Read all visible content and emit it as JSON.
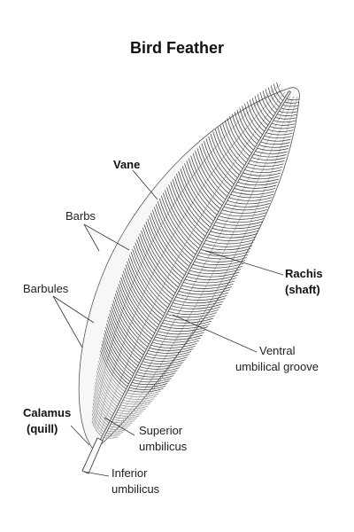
{
  "title": "Bird Feather",
  "labels": {
    "vane": "Vane",
    "barbs": "Barbs",
    "barbules": "Barbules",
    "rachis_line1": "Rachis",
    "rachis_line2": "(shaft)",
    "ventral_line1": "Ventral",
    "ventral_line2": "umbilical groove",
    "calamus_line1": "Calamus",
    "calamus_line2": "(quill)",
    "superior_line1": "Superior",
    "superior_line2": "umbilicus",
    "inferior_line1": "Inferior",
    "inferior_line2": "umbilicus"
  },
  "colors": {
    "ink": "#222222",
    "shaft_fill": "#f4f4f4",
    "barb_dark": "#3a3a3a",
    "barb_light": "#8a8a8a"
  }
}
